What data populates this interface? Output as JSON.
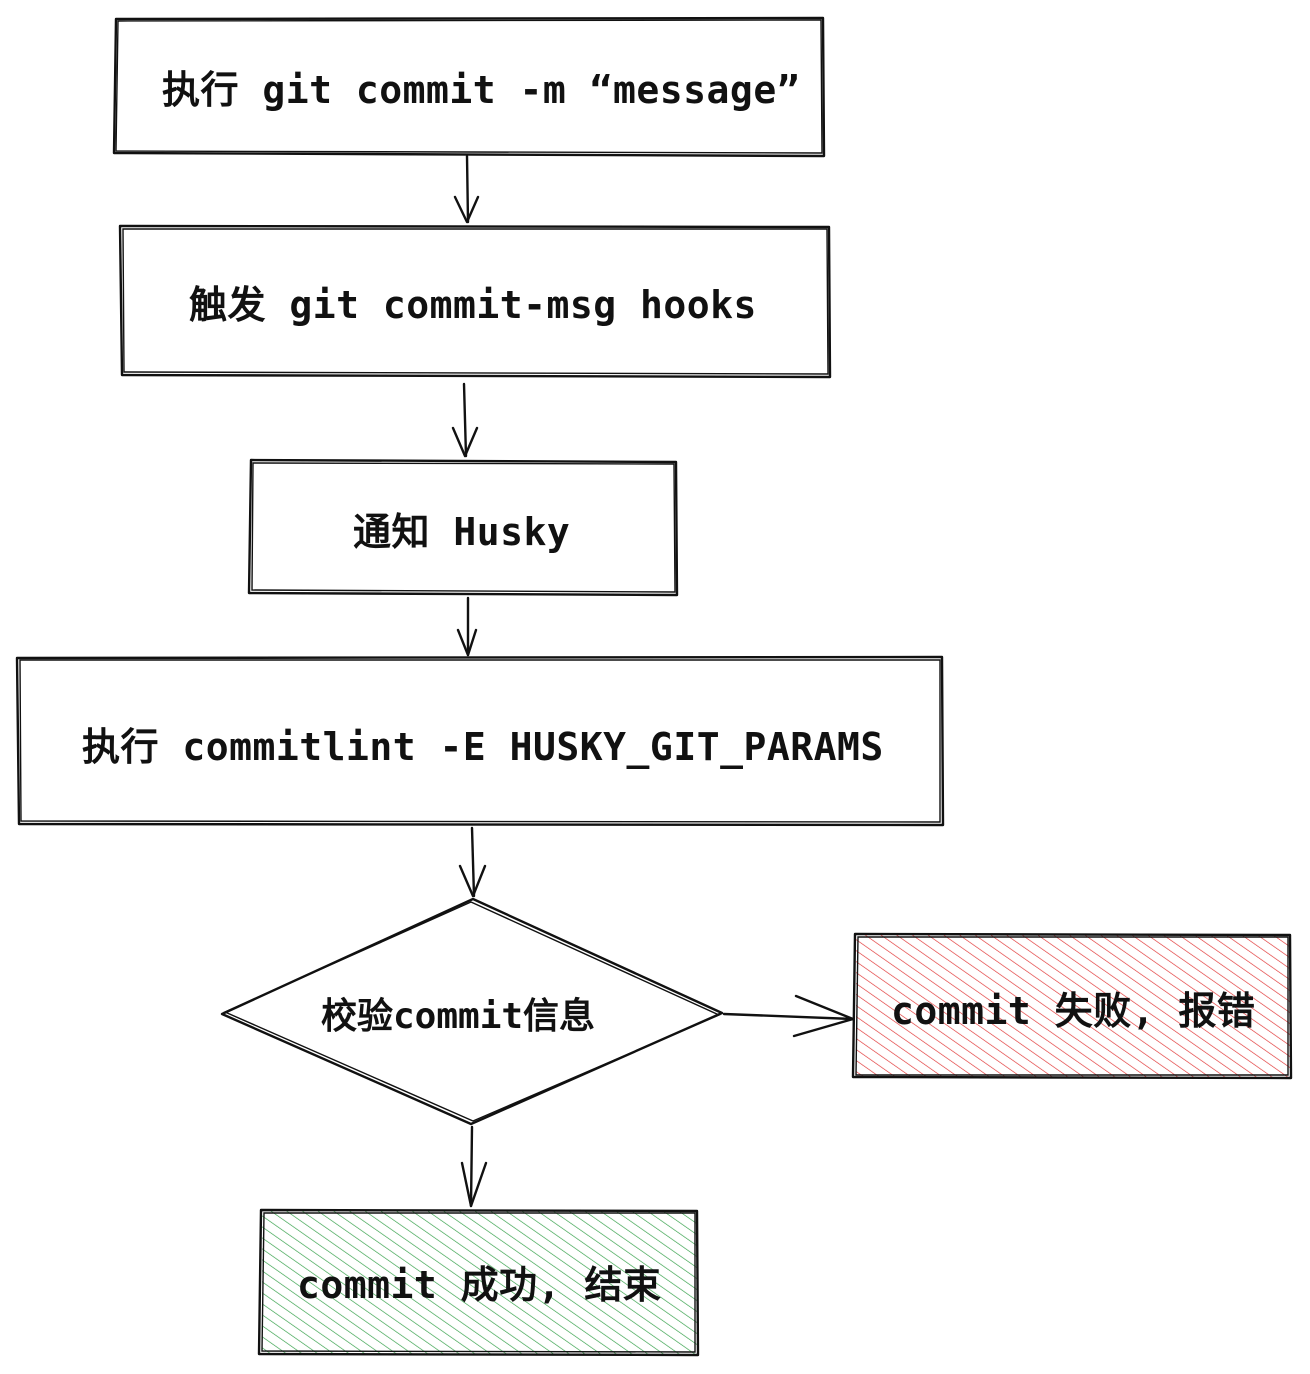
{
  "diagram": {
    "nodes": {
      "step_commit": {
        "text": "执行 git commit -m “message”"
      },
      "step_trigger_hook": {
        "text": "触发 git commit-msg hooks"
      },
      "step_notify_husky": {
        "text": "通知 Husky"
      },
      "step_run_commitlint": {
        "text": "执行 commitlint -E HUSKY_GIT_PARAMS"
      },
      "decision_validate": {
        "text": "校验commit信息"
      },
      "result_fail": {
        "text": "commit 失败, 报错",
        "fill_color": "#e03131"
      },
      "result_success": {
        "text": "commit 成功, 结束",
        "fill_color": "#2f9e44"
      }
    },
    "edges": [
      {
        "from": "step_commit",
        "to": "step_trigger_hook"
      },
      {
        "from": "step_trigger_hook",
        "to": "step_notify_husky"
      },
      {
        "from": "step_notify_husky",
        "to": "step_run_commitlint"
      },
      {
        "from": "step_run_commitlint",
        "to": "decision_validate"
      },
      {
        "from": "decision_validate",
        "to": "result_fail"
      },
      {
        "from": "decision_validate",
        "to": "result_success"
      }
    ]
  }
}
